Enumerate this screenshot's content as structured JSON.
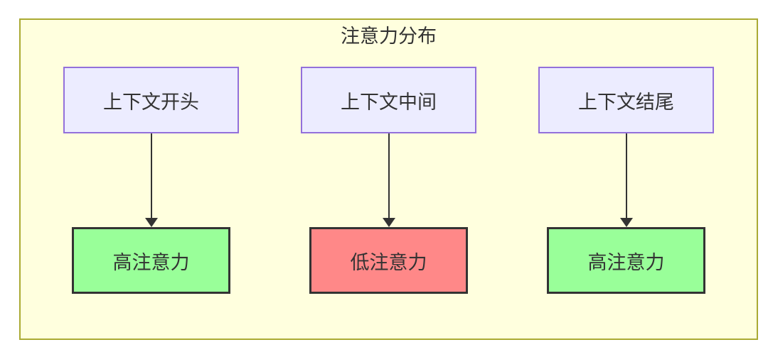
{
  "diagram": {
    "title": "注意力分布",
    "columns": [
      {
        "source": "上下文开头",
        "result": "高注意力",
        "level": "high"
      },
      {
        "source": "上下文中间",
        "result": "低注意力",
        "level": "low"
      },
      {
        "source": "上下文结尾",
        "result": "高注意力",
        "level": "high"
      }
    ],
    "colors": {
      "canvas_background": "#ffffde",
      "canvas_border": "#aaaa33",
      "source_node_fill": "#ECECFF",
      "source_node_border": "#9370DB",
      "high_attention_fill": "#99ff99",
      "low_attention_fill": "#ff8888",
      "result_node_border": "#333333",
      "arrow_color": "#333333",
      "text_color": "#333333"
    }
  }
}
